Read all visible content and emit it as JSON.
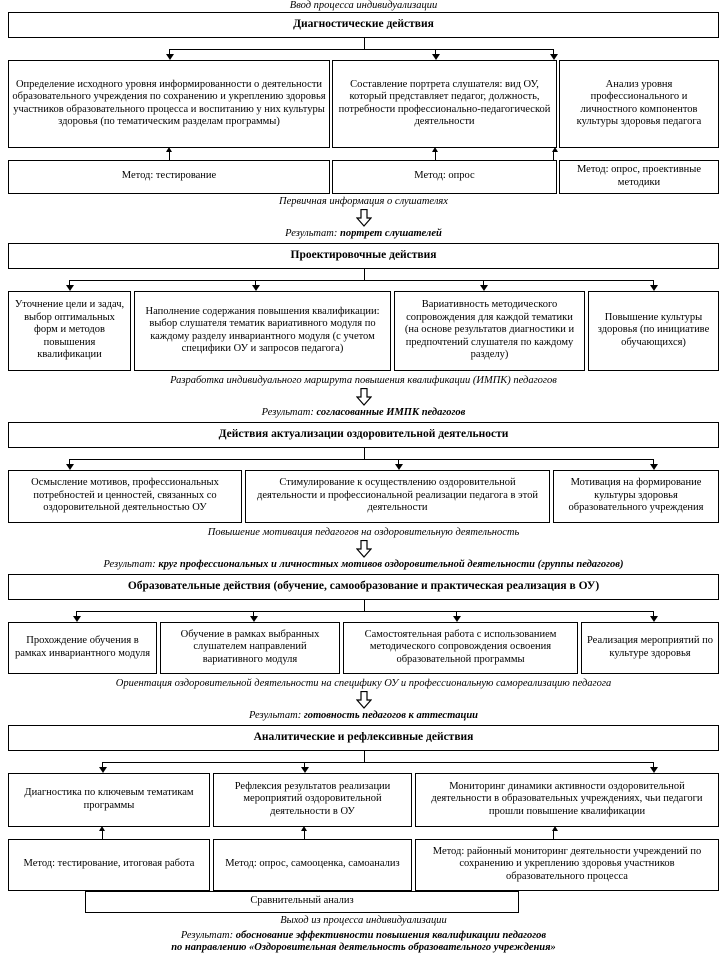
{
  "diagram": {
    "title_top": "Ввод процесса индивидуализации",
    "sections": [
      {
        "header": "Диагностические действия",
        "boxes": [
          "Определение исходного уровня информированности о деятельности образовательного учреждения по сохранению и укреплению здоровья участников образовательного процесса и воспитанию у них культуры здоровья (по тематическим разделам программы)",
          "Составление портрета слушателя: вид ОУ, который представляет педагог, должность, потребности профессионально-педагогической деятельности",
          "Анализ уровня профессионального и личностного компонентов культуры здоровья педагога"
        ],
        "methods": [
          "Метод: тестирование",
          "Метод: опрос",
          "Метод: опрос, проективные методики"
        ],
        "outcome_label": "Первичная информация о слушателях",
        "result_prefix": "Результат: ",
        "result_text": "портрет слушателей"
      },
      {
        "header": "Проектировочные действия",
        "boxes": [
          "Уточнение цели и задач, выбор оптимальных форм и методов повышения квалификации",
          "Наполнение содержания повышения квалификации: выбор слушателя тематик вариативного модуля по каждому разделу инвариантного модуля (с учетом специфики ОУ и запросов педагога)",
          "Вариативность методического сопровождения для каждой тематики (на основе результатов диагностики и предпочтений слушателя по каждому разделу)",
          "Повышение культуры здоровья (по инициативе обучающихся)"
        ],
        "outcome_label": "Разработка индивидуального маршрута повышения квалификации (ИМПК) педагогов",
        "result_prefix": "Результат: ",
        "result_text": "согласованные ИМПК педагогов"
      },
      {
        "header": "Действия актуализации оздоровительной деятельности",
        "boxes": [
          "Осмысление мотивов, профессиональных потребностей и ценностей, связанных со оздоровительной деятельностью ОУ",
          "Стимулирование к осуществлению оздоровительной деятельности и профессиональной реализации педагога в этой деятельности",
          "Мотивация на формирование культуры здоровья образовательного учреждения"
        ],
        "outcome_label": "Повышение мотивация педагогов на оздоровительную деятельность",
        "result_prefix": "Результат: ",
        "result_text": "круг профессиональных и личностных мотивов оздоровительной деятельности (группы педагогов)"
      },
      {
        "header": "Образовательные действия (обучение, самообразование и практическая реализация в ОУ)",
        "boxes": [
          "Прохождение обучения в рамках инвариантного модуля",
          "Обучение в рамках выбранных слушателем направлений вариативного модуля",
          "Самостоятельная работа с использованием методического сопровождения освоения образовательной программы",
          "Реализация мероприятий по культуре здоровья"
        ],
        "outcome_label": "Ориентация оздоровительной деятельности на специфику ОУ и профессиональную самореализацию педагога",
        "result_prefix": "Результат: ",
        "result_text": "готовность педагогов к аттестации"
      },
      {
        "header": "Аналитические и рефлексивные действия",
        "boxes": [
          "Диагностика по ключевым тематикам программы",
          "Рефлексия результатов реализации мероприятий оздоровительной деятельности в ОУ",
          "Мониторинг динамики активности оздоровительной деятельности в образовательных учреждениях, чьи педагоги прошли повышение квалификации"
        ],
        "methods": [
          "Метод: тестирование, итоговая работа",
          "Метод: опрос, самооценка, самоанализ",
          "Метод: районный мониторинг деятельности учреждений по сохранению и укреплению здоровья участников образовательного процесса"
        ]
      }
    ],
    "comparative_label": "Сравнительный анализ",
    "exit_label": "Выход из процесса индивидуализации",
    "final_result_line1_prefix": "Результат: ",
    "final_result_line1": "обоснование эффективности повышения квалификации педагогов",
    "final_result_line2": "по направлению «Оздоровительная деятельность образовательного учреждения»"
  },
  "style": {
    "line_color": "#000000",
    "background": "#ffffff"
  }
}
